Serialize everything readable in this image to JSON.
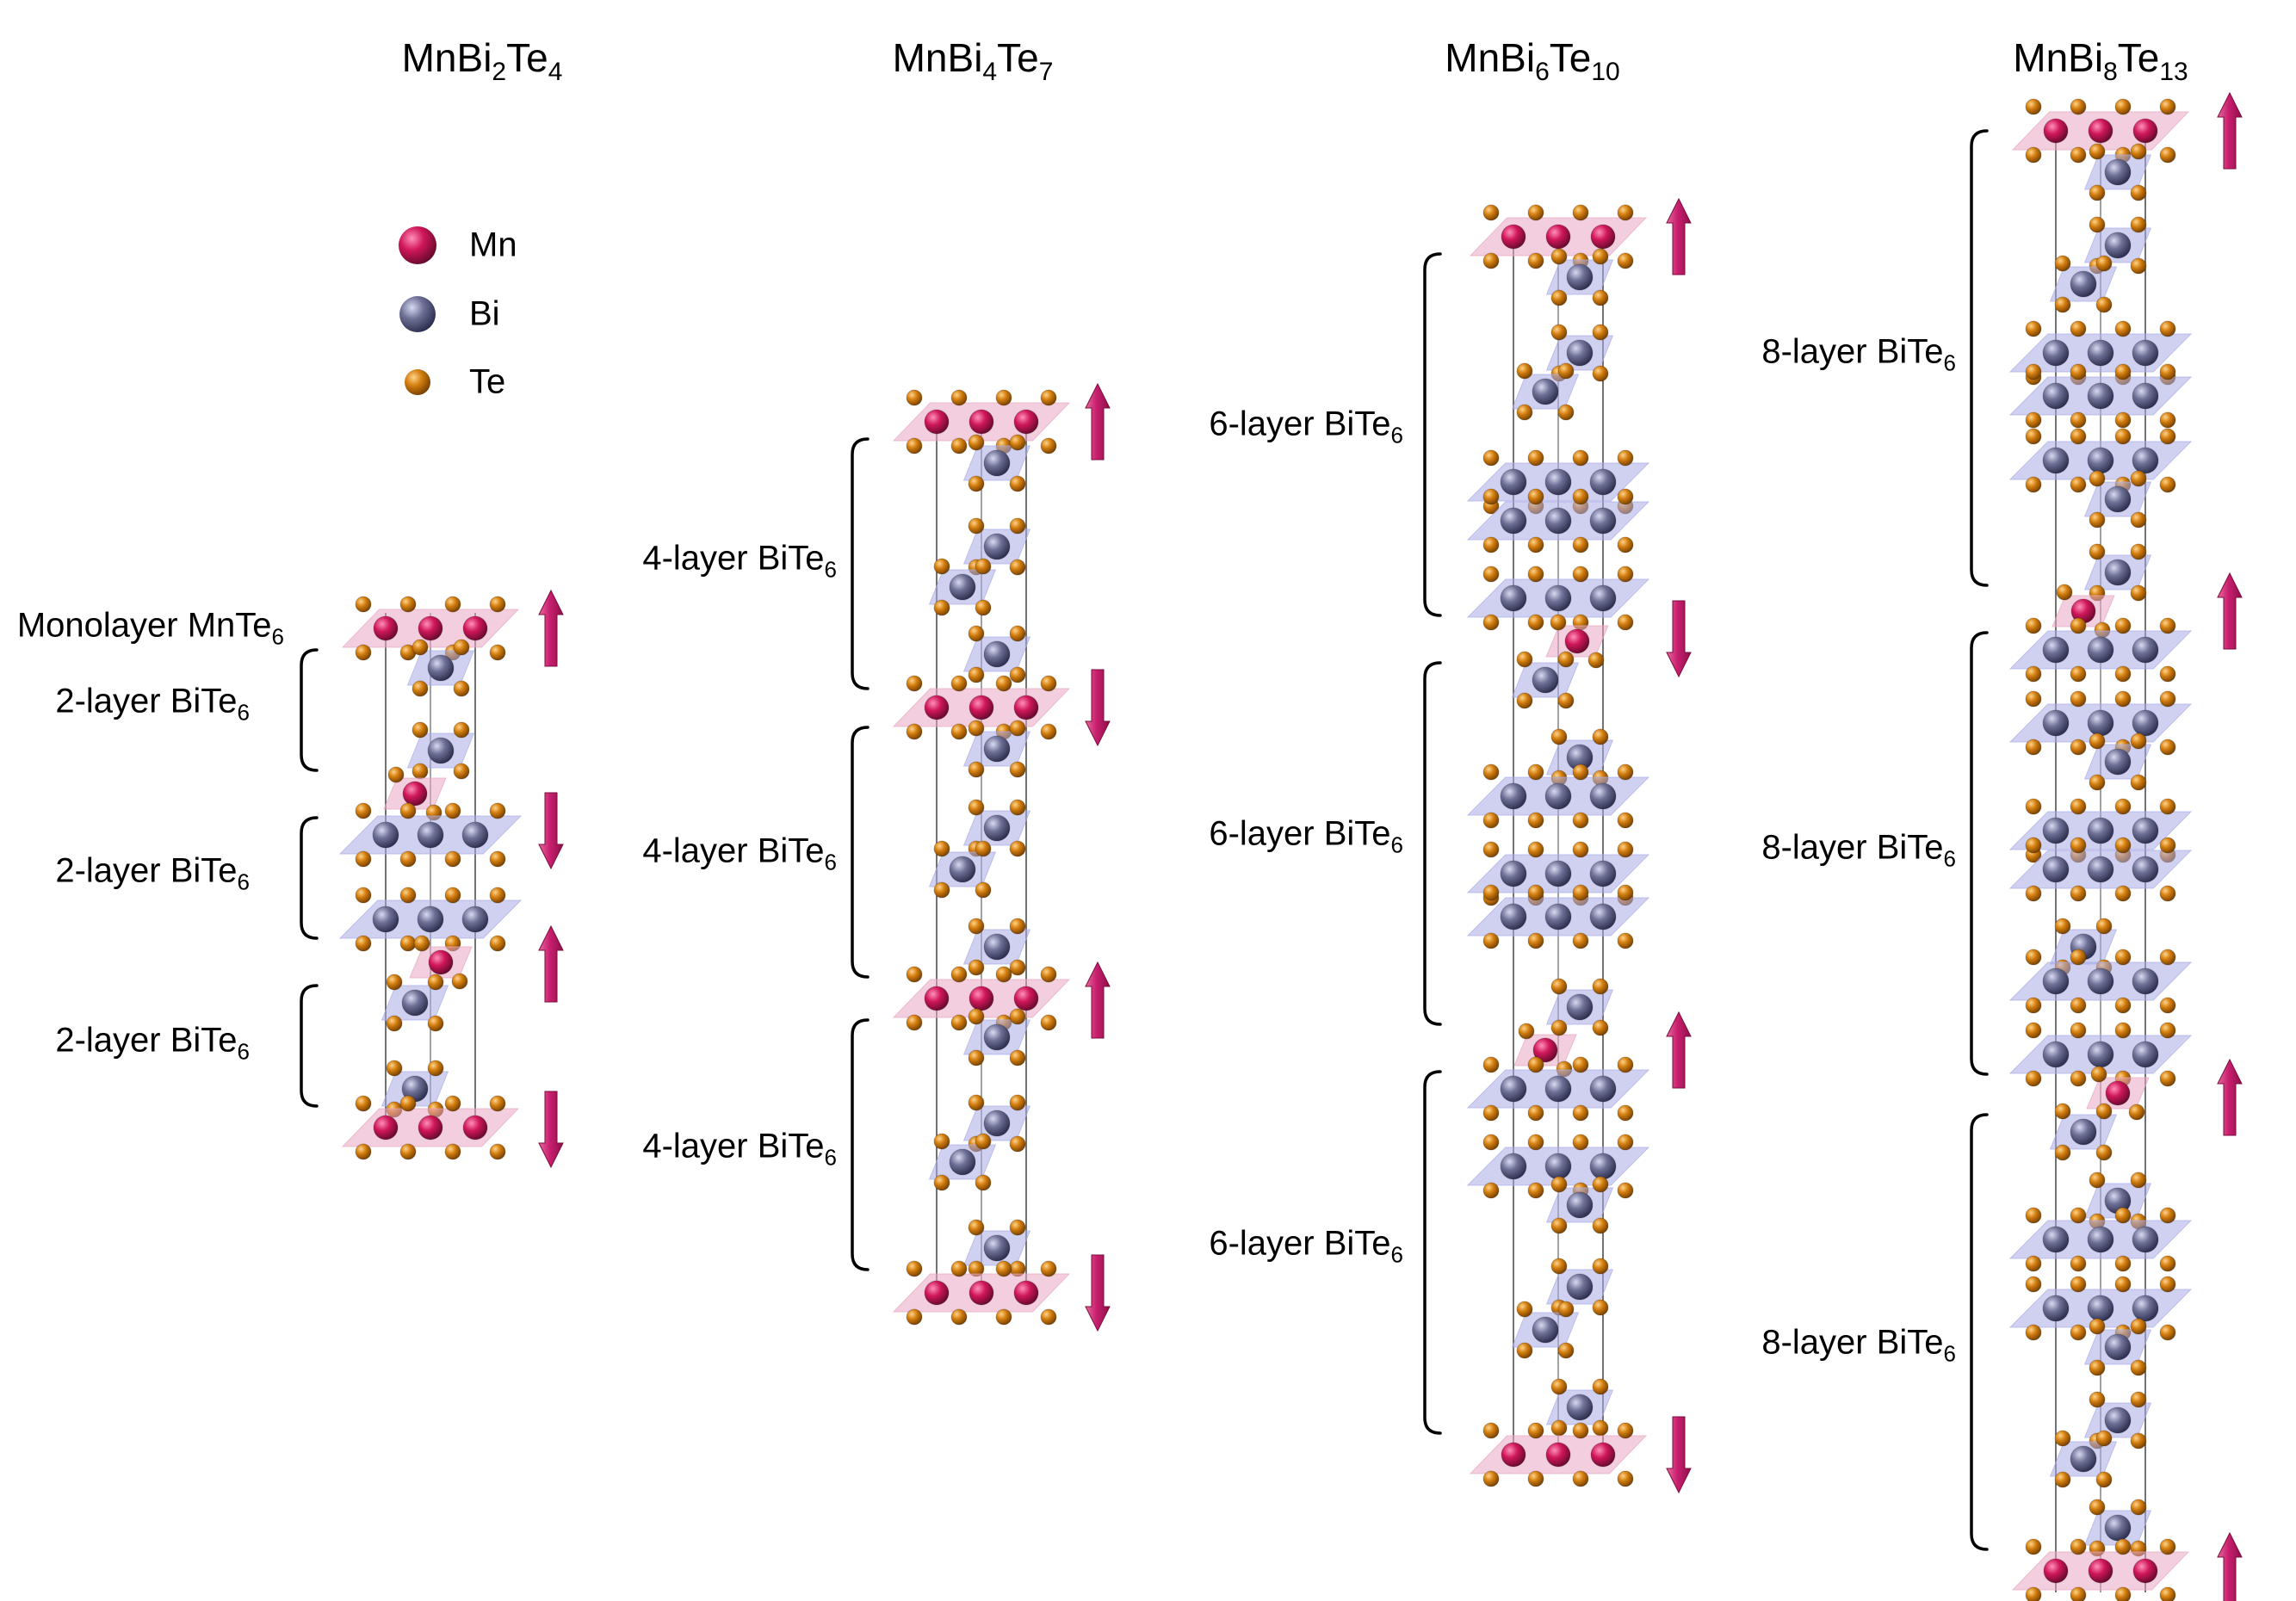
{
  "legend": {
    "items": [
      {
        "symbol": "Mn",
        "color": "#d0175a",
        "icon": "mn-atom-icon"
      },
      {
        "symbol": "Bi",
        "color": "#6e7196",
        "icon": "bi-atom-icon"
      },
      {
        "symbol": "Te",
        "color": "#d47f10",
        "icon": "te-atom-icon"
      }
    ]
  },
  "colors": {
    "mn": "#d0175a",
    "bi": "#6e7196",
    "te": "#d47f10",
    "mn_poly": "#e8a6c3",
    "bi_poly": "#a9ace6",
    "arrow": "#c81f6e",
    "bond": "#444444"
  },
  "structures": [
    {
      "id": "mnbi2te4",
      "formula": {
        "base": "MnBi",
        "sub1": "2",
        "mid": "Te",
        "sub2": "4"
      },
      "layers": [
        {
          "text": "Monolayer MnTe",
          "sub": "6"
        },
        {
          "text": "2-layer BiTe",
          "sub": "6"
        },
        {
          "text": "2-layer BiTe",
          "sub": "6"
        },
        {
          "text": "2-layer BiTe",
          "sub": "6"
        }
      ],
      "spins": [
        "up",
        "down",
        "up",
        "down"
      ]
    },
    {
      "id": "mnbi4te7",
      "formula": {
        "base": "MnBi",
        "sub1": "4",
        "mid": "Te",
        "sub2": "7"
      },
      "layers": [
        {
          "text": "4-layer BiTe",
          "sub": "6"
        },
        {
          "text": "4-layer BiTe",
          "sub": "6"
        },
        {
          "text": "4-layer BiTe",
          "sub": "6"
        }
      ],
      "spins": [
        "up",
        "down",
        "up",
        "down"
      ]
    },
    {
      "id": "mnbi6te10",
      "formula": {
        "base": "MnBi",
        "sub1": "6",
        "mid": "Te",
        "sub2": "10"
      },
      "layers": [
        {
          "text": "6-layer BiTe",
          "sub": "6"
        },
        {
          "text": "6-layer BiTe",
          "sub": "6"
        },
        {
          "text": "6-layer BiTe",
          "sub": "6"
        }
      ],
      "spins": [
        "up",
        "down",
        "up",
        "down"
      ]
    },
    {
      "id": "mnbi8te13",
      "formula": {
        "base": "MnBi",
        "sub1": "8",
        "mid": "Te",
        "sub2": "13"
      },
      "layers": [
        {
          "text": "8-layer BiTe",
          "sub": "6"
        },
        {
          "text": "8-layer BiTe",
          "sub": "6"
        },
        {
          "text": "8-layer BiTe",
          "sub": "6"
        }
      ],
      "spins": [
        "up",
        "up",
        "up",
        "up"
      ]
    }
  ]
}
